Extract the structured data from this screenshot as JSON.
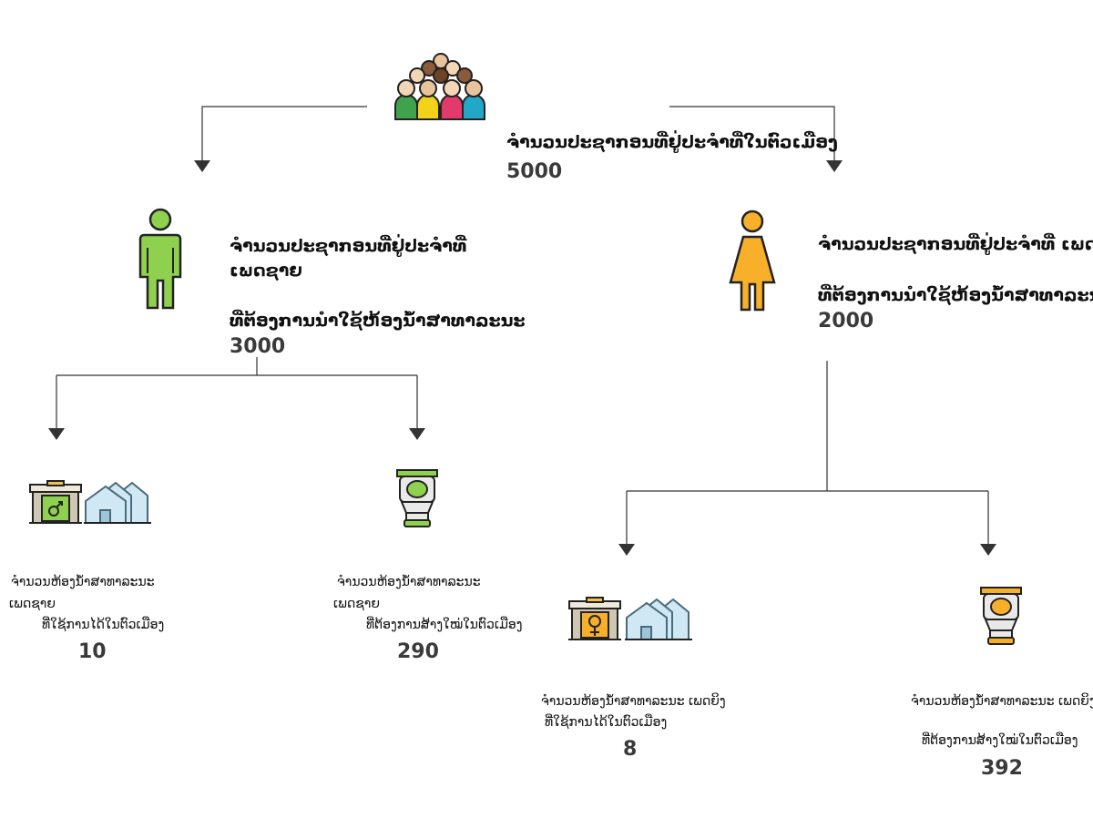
{
  "population": {
    "title": "ຈຳນວນປະຊາກອນທີ່ຢູ່ປະຈຳທີ່ໃນຕົວເມືອງ",
    "value": "5000"
  },
  "male": {
    "title": "ຈຳນວນປະຊາກອນທີ່ຢູ່ປະຈຳທີ່",
    "gender": "ເພດຊາຍ",
    "need": "ທີ່ຕ້ອງການນຳໃຊ້ຫ້ອງນ້ຳສາທາລະນະ",
    "value": "3000",
    "existing": {
      "title": "ຈຳນວນຫ້ອງນ້ຳສາທາລະນະ",
      "gender": "ເພດຊາຍ",
      "status": "ທີ່ໃຊ້ການໄດ້ໃນຕົວເມືອງ",
      "value": "10"
    },
    "required": {
      "title": "ຈຳນວນຫ້ອງນ້ຳສາທາລະນະ",
      "gender": "ເພດຊາຍ",
      "status": "ທີ່ຕ້ອງການສ້າງໃໝ່ໃນຕົວເມືອງ",
      "value": "290"
    }
  },
  "female": {
    "title": "ຈຳນວນປະຊາກອນທີ່ຢູ່ປະຈຳທີ່ ເພດຍິງ",
    "need": "ທີ່ຕ້ອງການນຳໃຊ້ຫ້ອງນ້ຳສາທາລະນະ",
    "value": "2000",
    "existing": {
      "title": "ຈຳນວນຫ້ອງນ້ຳສາທາລະນະ ເພດຍິງ",
      "status": "ທີ່ໃຊ້ການໄດ້ໃນຕົວເມືອງ",
      "value": "8"
    },
    "required": {
      "title": "ຈຳນວນຫ້ອງນ້ຳສາທາລະນະ ເພດຍິງ",
      "status": "ທີ່ຕ້ອງການສ້າງໃໝ່ໃນຕົວເມືອງ",
      "value": "392"
    }
  },
  "colors": {
    "line": "#333333",
    "male": "#8fd14f",
    "female": "#f8b02a",
    "number": "#3a3a3a"
  },
  "icons": [
    "crowd-icon",
    "male-person-icon",
    "female-person-icon",
    "male-restroom-building-icon",
    "female-restroom-building-icon",
    "houses-icon",
    "toilet-icon"
  ]
}
